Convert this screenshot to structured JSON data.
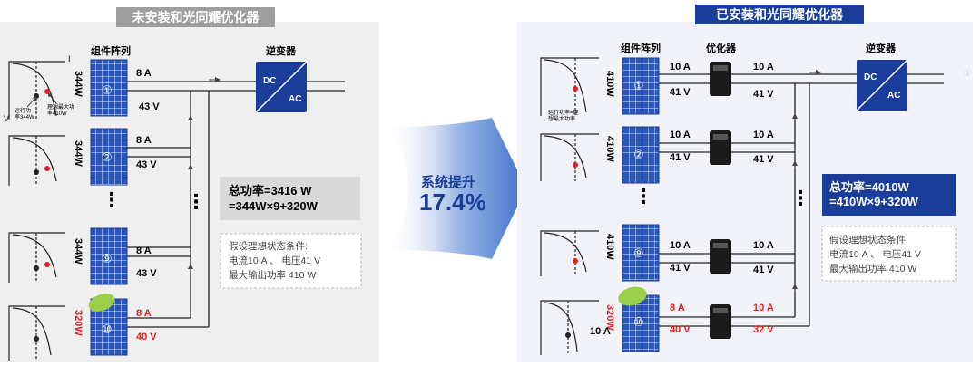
{
  "left": {
    "title": "未安装和光同耀优化器",
    "col_array": "组件阵列",
    "col_inverter": "逆变器",
    "inverter_dc": "DC",
    "inverter_ac": "AC",
    "curve_axis_i": "I",
    "curve_axis_v": "V",
    "curve_note_run": "运行功\n率344W",
    "curve_note_ideal": "理想最大功\n率410W",
    "modules": [
      {
        "power": "344W",
        "index": "①",
        "current": "8 A",
        "voltage": "43 V"
      },
      {
        "power": "344W",
        "index": "②",
        "current": "8 A",
        "voltage": "43 V"
      },
      {
        "power": "344W",
        "index": "⑨",
        "current": "8 A",
        "voltage": "43 V"
      },
      {
        "power": "320W",
        "index": "⑩",
        "current": "8 A",
        "voltage": "40 V"
      }
    ],
    "ellipsis": "⋮",
    "total_line1": "总功率=3416 W",
    "total_line2": "=344W×9+320W",
    "cond_line1": "假设理想状态条件:",
    "cond_line2": "电流10 A 、 电压41 V",
    "cond_line3": "最大输出功率 410 W"
  },
  "middle": {
    "line1": "系统提升",
    "line2": "17.4%"
  },
  "right": {
    "title": "已安装和光同耀优化器",
    "col_array": "组件阵列",
    "col_optimizer": "优化器",
    "col_inverter": "逆变器",
    "inverter_dc": "DC",
    "inverter_ac": "AC",
    "curve_note": "运行功率=理\n想最大功率",
    "modules": [
      {
        "power": "410W",
        "index": "①",
        "in_current": "10 A",
        "in_voltage": "41 V",
        "out_current": "10 A",
        "out_voltage": "41 V"
      },
      {
        "power": "410W",
        "index": "②",
        "in_current": "10 A",
        "in_voltage": "41 V",
        "out_current": "10 A",
        "out_voltage": "41 V"
      },
      {
        "power": "410W",
        "index": "⑨",
        "in_current": "10 A",
        "in_voltage": "41 V",
        "out_current": "10 A",
        "out_voltage": "41 V"
      },
      {
        "power": "320W",
        "index": "⑩",
        "in_current": "8 A",
        "in_voltage": "40 V",
        "out_current": "10 A",
        "out_voltage": "32 V"
      }
    ],
    "shade_current": "10 A",
    "ellipsis": "⋮",
    "total_line1": "总功率=4010W",
    "total_line2": "=410W×9+320W",
    "cond_line1": "假设理想状态条件:",
    "cond_line2": "电流10 A 、 电压41 V",
    "cond_line3": "最大输出功率 410 W",
    "side_mark": "①"
  },
  "colors": {
    "left_title_bg": "#9e9e9e",
    "right_title_bg": "#1a3d99",
    "panel_bg": "#efefef",
    "right_panel_bg": "#f1f3f8",
    "accent_blue": "#1a3d99",
    "alert_red": "#e02020",
    "leaf_green": "#9bcf4b",
    "arrow_blue": "#3f72c8"
  }
}
